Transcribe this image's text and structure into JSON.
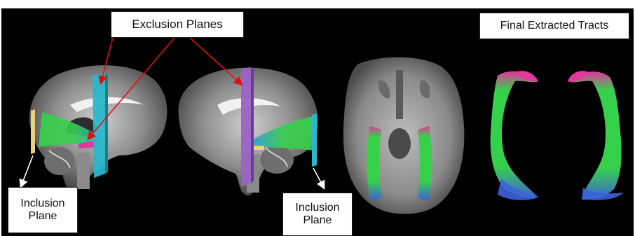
{
  "labels": {
    "exclusion_planes": "Exclusion Planes",
    "final_extracted_tracts": "Final Extracted Tracts",
    "inclusion_left_line1": "Inclusion",
    "inclusion_left_line2": "Plane",
    "inclusion_right_line1": "Inclusion",
    "inclusion_right_line2": "Plane"
  },
  "colors": {
    "background": "#000000",
    "arrow_exclusion": "#e01010",
    "arrow_inclusion": "#ffffff",
    "plane_cyan": "#2bb7c9",
    "plane_violet": "#9a63c6",
    "plane_yellow": "#e9d27a",
    "tract_green": "#36d14b",
    "tract_magenta": "#e0389d",
    "tract_blue": "#3c63d8"
  }
}
